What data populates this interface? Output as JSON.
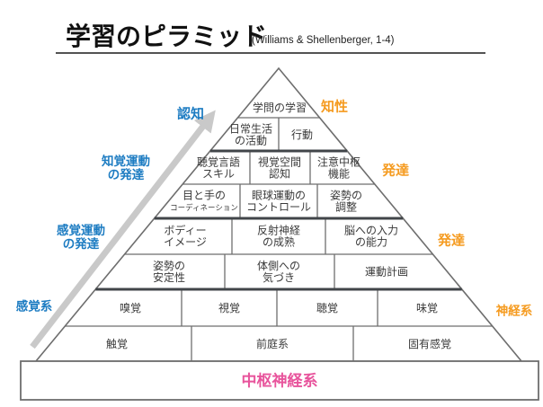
{
  "header": {
    "title": "学習のピラミッド",
    "citation": "(Williams & Shellenberger, 1-4)"
  },
  "colors": {
    "label_blue": "#1d7cc2",
    "label_orange": "#f59b20",
    "base_pink": "#e8549c",
    "line_gray": "#6e6e6e",
    "group_divider_dark": "#414549",
    "arrow_gray": "#c9c9c9"
  },
  "left_labels": [
    [
      "認知"
    ],
    [
      "知覚運動",
      "の発達"
    ],
    [
      "感覚運動",
      "の発達"
    ],
    [
      "感覚系"
    ]
  ],
  "right_labels": [
    "知性",
    "発達",
    "発達",
    "神経系"
  ],
  "pyramid": {
    "rows": [
      {
        "cells": [
          [
            "学問の学習"
          ]
        ]
      },
      {
        "cells": [
          [
            "日常生活",
            "の活動"
          ],
          [
            "行動"
          ]
        ]
      },
      {
        "cells": [
          [
            "聴覚言語",
            "スキル"
          ],
          [
            "視覚空間",
            "認知"
          ],
          [
            "注意中枢",
            "機能"
          ]
        ]
      },
      {
        "cells": [
          [
            "目と手の",
            "コーディネーション"
          ],
          [
            "眼球運動の",
            "コントロール"
          ],
          [
            "姿勢の",
            "調整"
          ]
        ]
      },
      {
        "cells": [
          [
            "ボディー",
            "イメージ"
          ],
          [
            "反射神経",
            "の成熟"
          ],
          [
            "脳への入力",
            "の能力"
          ]
        ]
      },
      {
        "cells": [
          [
            "姿勢の",
            "安定性"
          ],
          [
            "体側への",
            "気づき"
          ],
          [
            "運動計画"
          ]
        ]
      },
      {
        "cells": [
          [
            "嗅覚"
          ],
          [
            "視覚"
          ],
          [
            "聴覚"
          ],
          [
            "味覚"
          ]
        ]
      },
      {
        "cells": [
          [
            "触覚"
          ],
          [
            "前庭系"
          ],
          [
            "固有感覚"
          ]
        ]
      }
    ],
    "base": "中枢神経系"
  }
}
